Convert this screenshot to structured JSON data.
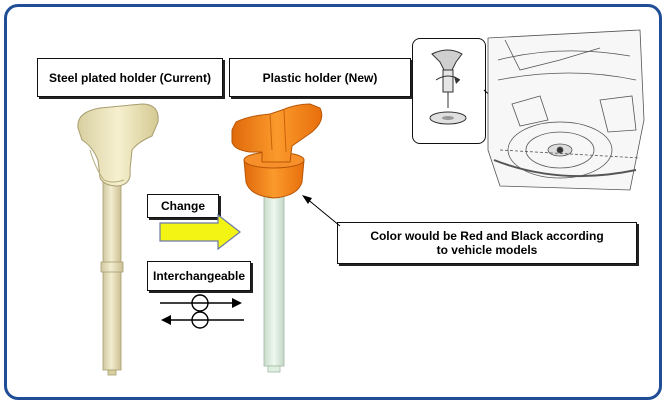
{
  "labels": {
    "current": "Steel plated holder (Current)",
    "new": "Plastic holder (New)",
    "change": "Change",
    "interchangeable": "Interchangeable",
    "note_line1": "Color would be Red and Black according",
    "note_line2": "to vehicle models"
  },
  "colors": {
    "frame": "#1f4e96",
    "steel_holder": "#efe7bd",
    "plastic_holder": "#f5861a",
    "change_arrow": "#f4f414",
    "bolt": "#dff0e2"
  },
  "icons": {
    "change_arrow": "arrow-right-icon",
    "interchange": "bidirectional-arrows-icon"
  }
}
